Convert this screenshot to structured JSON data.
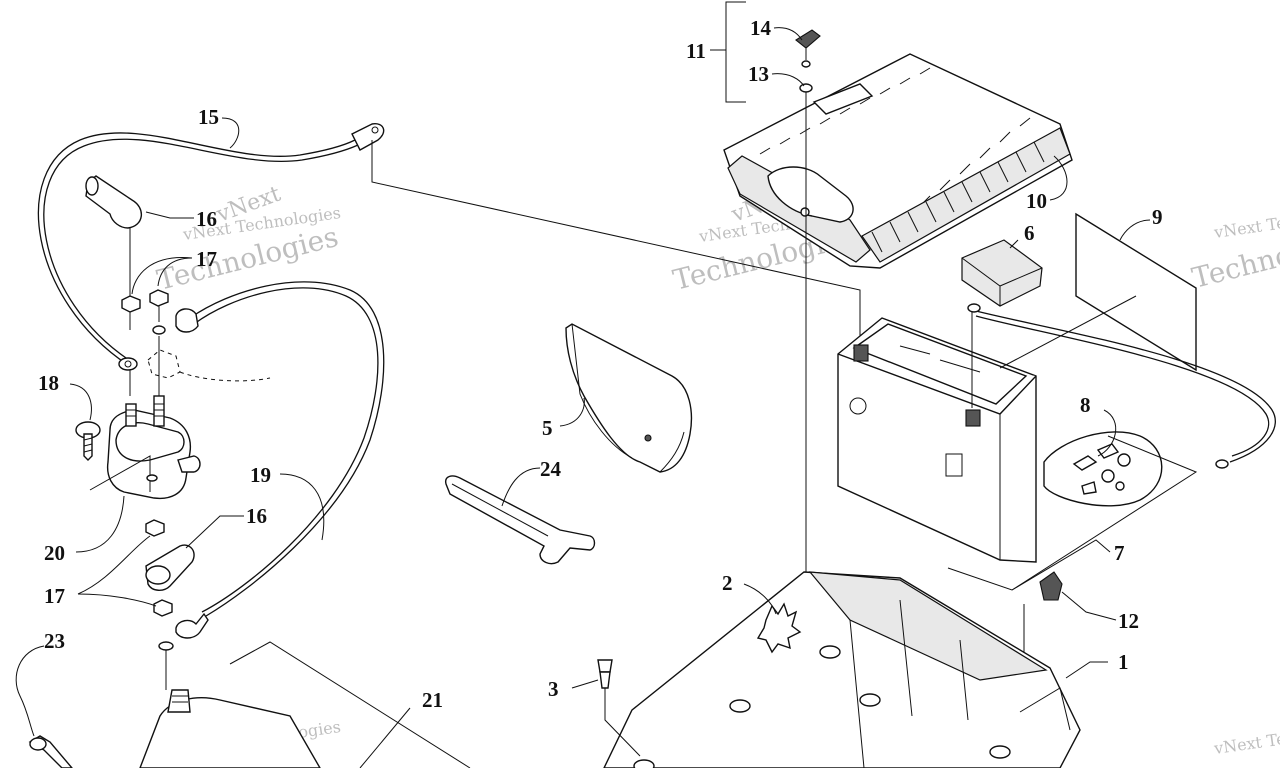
{
  "callouts": {
    "p1": "1",
    "p2": "2",
    "p3": "3",
    "p5": "5",
    "p6": "6",
    "p7": "7",
    "p8": "8",
    "p9": "9",
    "p10": "10",
    "p11": "11",
    "p12": "12",
    "p13": "13",
    "p14": "14",
    "p15": "15",
    "p16a": "16",
    "p16b": "16",
    "p17a": "17",
    "p17b": "17",
    "p18": "18",
    "p19": "19",
    "p20": "20",
    "p21": "21",
    "p23": "23",
    "p24": "24"
  },
  "watermark": {
    "line1": "vNext Technologies",
    "line2": "vNext",
    "line3": "Technologies"
  },
  "colors": {
    "ink": "#111111",
    "watermark": "#8a8a8a"
  }
}
